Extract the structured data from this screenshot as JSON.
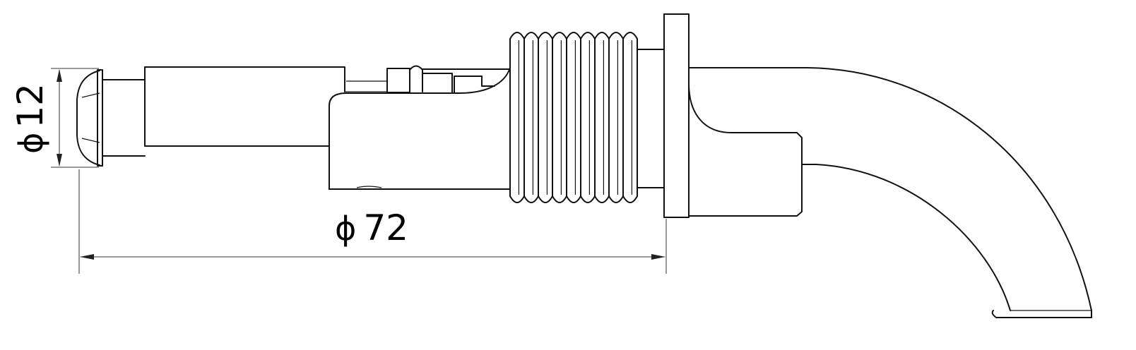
{
  "diameter_dimension": {
    "symbol": "ϕ",
    "value": "12"
  },
  "length_dimension": {
    "symbol": "ϕ",
    "value": "72"
  },
  "colors": {
    "line": "#111111",
    "background": "#ffffff"
  }
}
